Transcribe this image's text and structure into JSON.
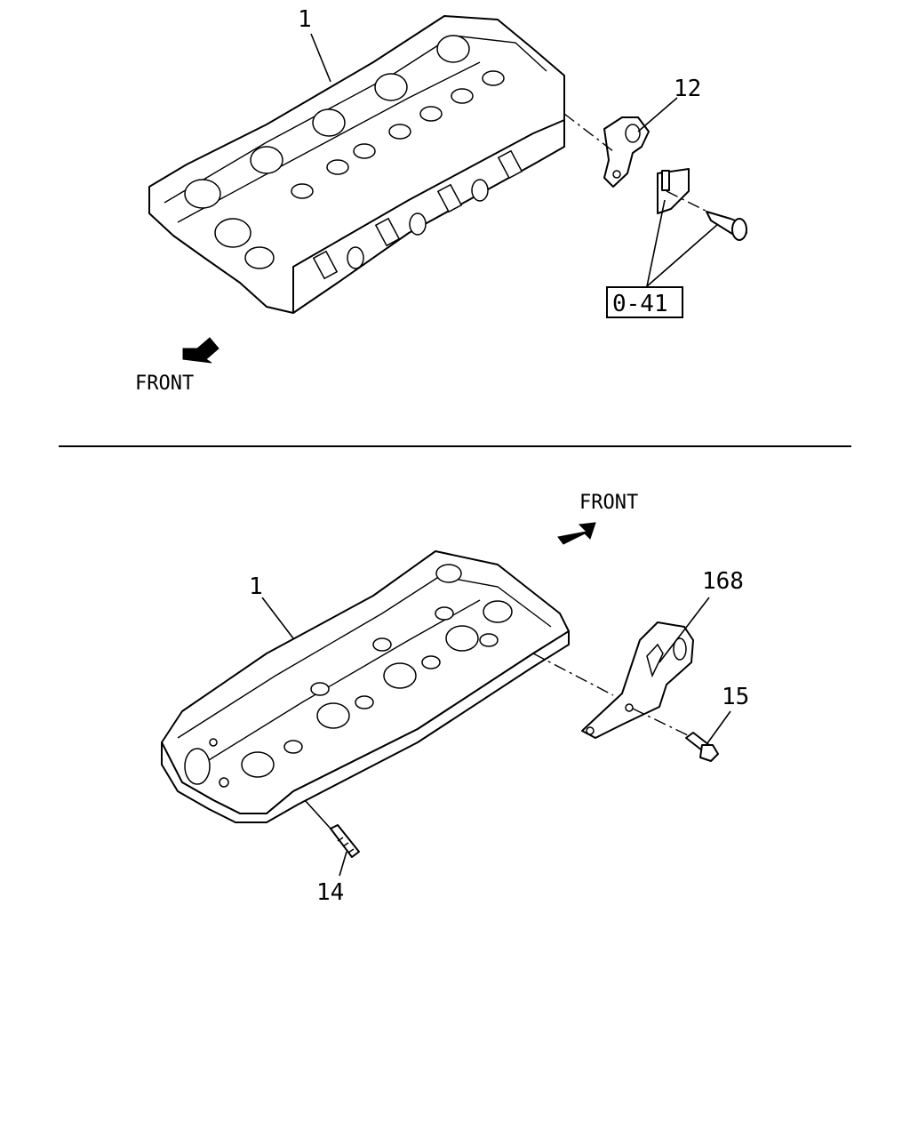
{
  "top_view": {
    "callouts": {
      "head": "1",
      "bracket": "12",
      "reference_box": "0-41"
    },
    "front_label": "FRONT"
  },
  "bottom_view": {
    "callouts": {
      "head": "1",
      "bracket": "168",
      "bolt": "15",
      "stud": "14"
    },
    "front_label": "FRONT"
  }
}
